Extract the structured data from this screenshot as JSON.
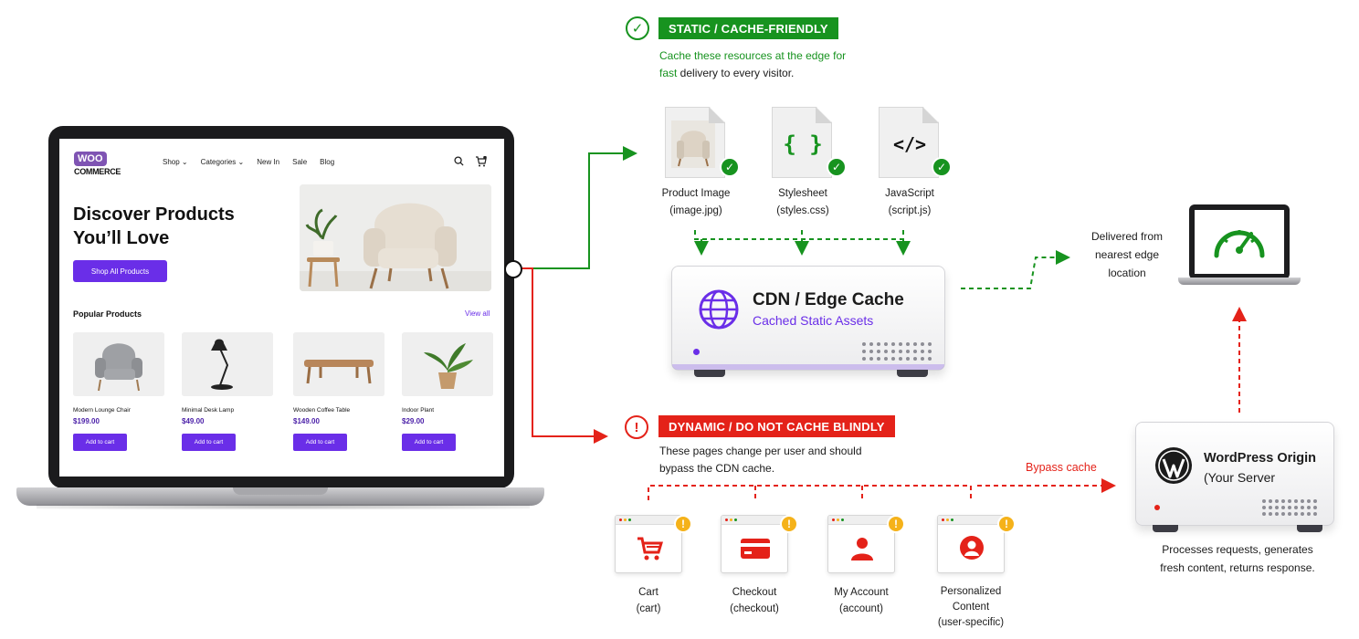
{
  "store": {
    "logo_top": "WOO",
    "logo_bottom": "COMMERCE",
    "nav": [
      "Shop ⌄",
      "Categories ⌄",
      "New In",
      "Sale",
      "Blog"
    ],
    "hero_line1": "Discover Products",
    "hero_line2": "You’ll Love",
    "hero_button": "Shop All Products",
    "popular_title": "Popular Products",
    "view_all": "View all",
    "products": [
      {
        "name": "Modern Lounge Chair",
        "price": "$199.00",
        "button": "Add to cart"
      },
      {
        "name": "Minimal Desk Lamp",
        "price": "$49.00",
        "button": "Add to cart"
      },
      {
        "name": "Wooden Coffee Table",
        "price": "$149.00",
        "button": "Add to cart"
      },
      {
        "name": "Indoor Plant",
        "price": "$29.00",
        "button": "Add to cart"
      }
    ]
  },
  "static": {
    "badge": "STATIC / CACHE-FRIENDLY",
    "desc_green1": "Cache these resources at the edge for",
    "desc_green2": "fast",
    "desc_rest": " delivery to every visitor.",
    "files": [
      {
        "label": "Product Image",
        "file": "(image.jpg)"
      },
      {
        "label": "Stylesheet",
        "file": "(styles.css)",
        "glyph": "{ }"
      },
      {
        "label": "JavaScript",
        "file": "(script.js)",
        "glyph": "</>"
      }
    ]
  },
  "cdn": {
    "title": "CDN / Edge Cache",
    "subtitle": "Cached Static Assets"
  },
  "delivered": {
    "line1": "Delivered from",
    "line2": "nearest edge",
    "line3": "location"
  },
  "dynamic": {
    "badge": "DYNAMIC / DO NOT CACHE BLINDLY",
    "desc1": "These pages change per user and should",
    "desc2": "bypass the CDN cache.",
    "bypass_label": "Bypass cache",
    "pages": [
      {
        "label": "Cart",
        "sub": "(cart)"
      },
      {
        "label": "Checkout",
        "sub": "(checkout)"
      },
      {
        "label": "My Account",
        "sub": "(account)"
      },
      {
        "label": "Personalized",
        "label2": "Content",
        "sub": "(user-specific)"
      }
    ]
  },
  "origin": {
    "title": "WordPress Origin",
    "subtitle": "(Your Server",
    "desc1": "Processes requests, generates",
    "desc2": "fresh content, returns response."
  },
  "colors": {
    "green": "#17931f",
    "red": "#e42219",
    "purple": "#6a2ee8",
    "warn": "#f5b21a"
  }
}
